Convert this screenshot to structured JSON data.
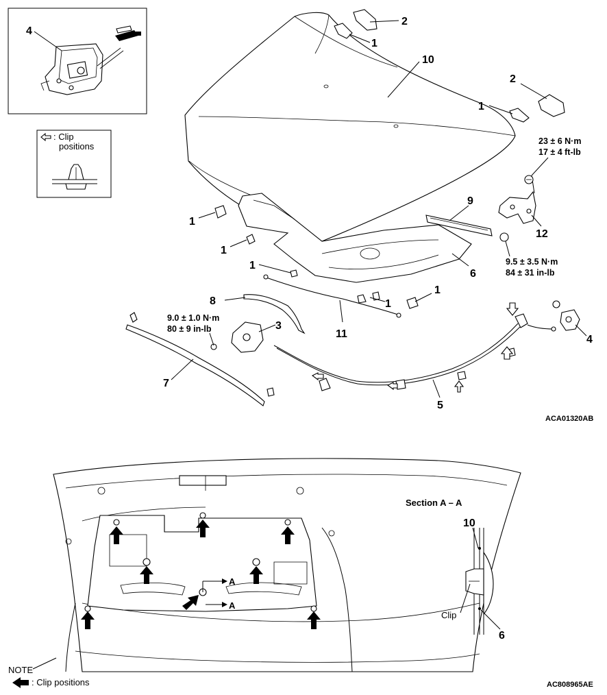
{
  "callouts": {
    "c1a": "1",
    "c1b": "1",
    "c1c": "1",
    "c1d": "1",
    "c1e": "1",
    "c1f": "1",
    "c1g": "1",
    "c2a": "2",
    "c2b": "2",
    "c3": "3",
    "c4a": "4",
    "c4b": "4",
    "c5": "5",
    "c6a": "6",
    "c6b": "6",
    "c7": "7",
    "c8": "8",
    "c9": "9",
    "c10a": "10",
    "c10b": "10",
    "c11": "11",
    "c12": "12"
  },
  "torque": {
    "hinge_bolt_nm": "23 ± 6 N·m",
    "hinge_bolt_ftlb": "17 ± 4 ft-lb",
    "hinge_nut_nm": "9.5 ± 3.5 N·m",
    "hinge_nut_inlb": "84 ± 31 in-lb",
    "latch_nm": "9.0 ± 1.0 N·m",
    "latch_inlb": "80 ± 9 in-lb"
  },
  "legend": {
    "clip_line1": ": Clip",
    "clip_line2": "positions"
  },
  "codes": {
    "top": "ACA01320AB",
    "bottom": "AC808965AE"
  },
  "bottom": {
    "section_title": "Section A – A",
    "arrow_label_1": "A",
    "arrow_label_2": "A",
    "clip_label": "Clip",
    "note_title": "NOTE",
    "note_text": ": Clip positions"
  }
}
